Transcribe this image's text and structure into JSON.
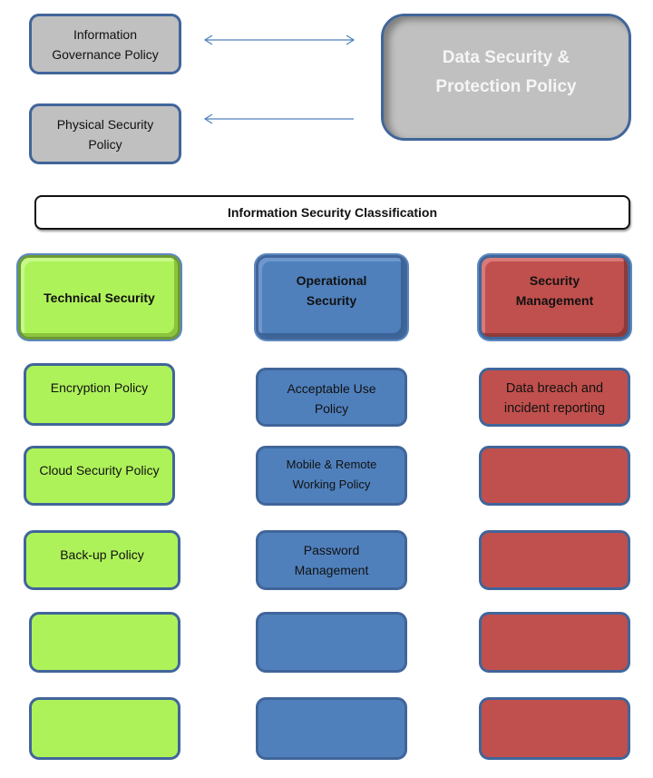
{
  "top_policies": {
    "information_governance": "Information\nGovernance Policy",
    "physical_security": "Physical Security\nPolicy",
    "data_security": "Data Security &\nProtection Policy"
  },
  "classification_title": "Information Security Classification",
  "columns": [
    {
      "heading": "Technical Security",
      "color": "#aef25a",
      "items": [
        "Encryption Policy",
        "Cloud Security Policy",
        "Back-up Policy",
        "",
        ""
      ]
    },
    {
      "heading": "Operational\nSecurity",
      "color": "#4f80bc",
      "items": [
        "Acceptable Use\nPolicy",
        "Mobile & Remote\nWorking Policy",
        "Password\nManagement",
        "",
        ""
      ]
    },
    {
      "heading": "Security\nManagement",
      "color": "#c0504d",
      "items": [
        "Data breach and\nincident reporting",
        "",
        "",
        "",
        ""
      ]
    }
  ],
  "connectors": [
    {
      "from": "information_governance",
      "to": "data_security",
      "type": "bidirectional"
    },
    {
      "from": "data_security",
      "to": "physical_security",
      "type": "unidirectional"
    }
  ]
}
